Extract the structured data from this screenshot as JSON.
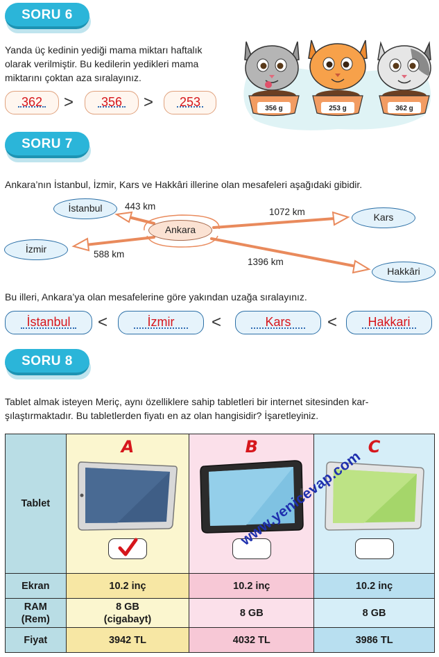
{
  "soru6": {
    "badge": "SORU 6",
    "text": [
      "Yanda üç kedinin yediği mama miktarı haftalık",
      "olarak verilmiştir. Bu kedilerin yedikleri mama",
      "miktarını çoktan aza sıralayınız."
    ],
    "answers": [
      "362",
      "356",
      "253"
    ],
    "gt": ">",
    "bowls": [
      "356 g",
      "253 g",
      "362 g"
    ]
  },
  "soru7": {
    "badge": "SORU 7",
    "text": "Ankara’nın İstanbul, İzmir, Kars ve Hakkâri illerine olan mesafeleri aşağıdaki gibidir.",
    "center": "Ankara",
    "cities": {
      "istanbul": {
        "name": "İstanbul",
        "distance": "443 km"
      },
      "izmir": {
        "name": "İzmir",
        "distance": "588 km"
      },
      "kars": {
        "name": "Kars",
        "distance": "1072 km"
      },
      "hakkari": {
        "name": "Hakkâri",
        "distance": "1396 km"
      }
    },
    "question": "Bu illeri, Ankara’ya olan mesafelerine göre yakından uzağa sıralayınız.",
    "answers": [
      "İstanbul",
      "İzmir",
      "Kars",
      "Hakkari"
    ],
    "lt": "<"
  },
  "soru8": {
    "badge": "SORU 8",
    "text": [
      "Tablet almak isteyen Meriç, aynı özelliklere sahip tabletleri bir internet sitesinden kar-",
      "şılaştırmaktadır. Bu tabletlerden fiyatı en az olan hangisidir? İşaretleyiniz."
    ],
    "columns": [
      "A",
      "B",
      "C"
    ],
    "rows": {
      "tablet": "Tablet",
      "ekran": {
        "label": "Ekran",
        "values": [
          "10.2 inç",
          "10.2 inç",
          "10.2 inç"
        ]
      },
      "ram": {
        "label": [
          "RAM",
          "(Rem)"
        ],
        "values": [
          [
            "8 GB",
            "(cigabayt)"
          ],
          [
            "8 GB"
          ],
          [
            "8 GB"
          ]
        ]
      },
      "fiyat": {
        "label": "Fiyat",
        "values": [
          "3942 TL",
          "4032 TL",
          "3986 TL"
        ]
      }
    },
    "checked": "A"
  },
  "watermark": "www.yenicevap.com",
  "colors": {
    "accent": "#2bb5d9",
    "answer": "#d6161c",
    "arrow": "#e98a5c"
  }
}
